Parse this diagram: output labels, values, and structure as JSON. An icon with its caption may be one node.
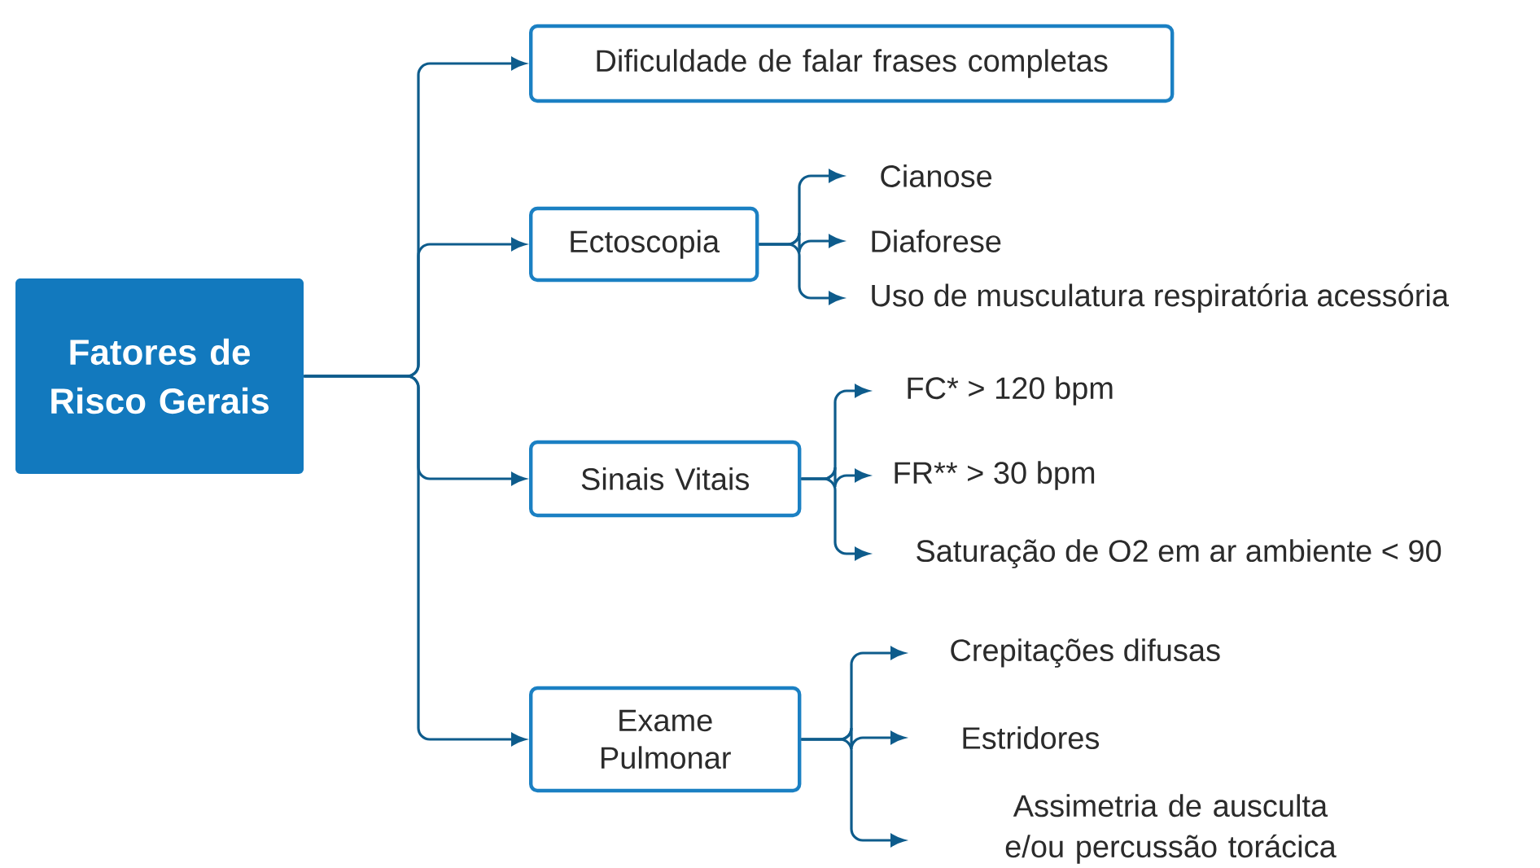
{
  "diagram": {
    "nodes": [
      {
        "text": [
          "Fatores de Risco Gerais"
        ]
      },
      {
        "text": [
          "Dificuldade de falar frases completas"
        ]
      },
      {
        "text": [
          "Ectoscopia"
        ]
      },
      {
        "text": [
          "Cianose"
        ]
      },
      {
        "text": [
          "Diaforese"
        ]
      },
      {
        "text": [
          "Uso de musculatura respiratória acessória"
        ]
      },
      {
        "text": [
          "Sinais Vitais"
        ]
      },
      {
        "text": [
          "FC* > 120 bpm"
        ]
      },
      {
        "text": [
          "FR** > 30 bpm"
        ]
      },
      {
        "text": [
          "Saturação de O2 em ar ambiente < 90"
        ]
      },
      {
        "text": [
          "Exame Pulmonar"
        ]
      },
      {
        "text": [
          "Crepitações difusas"
        ]
      },
      {
        "text": [
          "Estridores"
        ]
      },
      {
        "text": [
          "Assimetria de ausculta e/ou percussão torácica"
        ]
      }
    ],
    "edges": [
      {
        "from": 0,
        "to": 1,
        "arrow": "to"
      },
      {
        "from": 0,
        "to": 2,
        "arrow": "to"
      },
      {
        "from": 0,
        "to": 6,
        "arrow": "to"
      },
      {
        "from": 0,
        "to": 10,
        "arrow": "to"
      },
      {
        "from": 2,
        "to": 3,
        "arrow": "to"
      },
      {
        "from": 2,
        "to": 4,
        "arrow": "to"
      },
      {
        "from": 2,
        "to": 5,
        "arrow": "to"
      },
      {
        "from": 6,
        "to": 7,
        "arrow": "to"
      },
      {
        "from": 6,
        "to": 8,
        "arrow": "to"
      },
      {
        "from": 6,
        "to": 9,
        "arrow": "to"
      },
      {
        "from": 10,
        "to": 11,
        "arrow": "to"
      },
      {
        "from": 10,
        "to": 12,
        "arrow": "to"
      },
      {
        "from": 10,
        "to": 13,
        "arrow": "to"
      }
    ]
  }
}
